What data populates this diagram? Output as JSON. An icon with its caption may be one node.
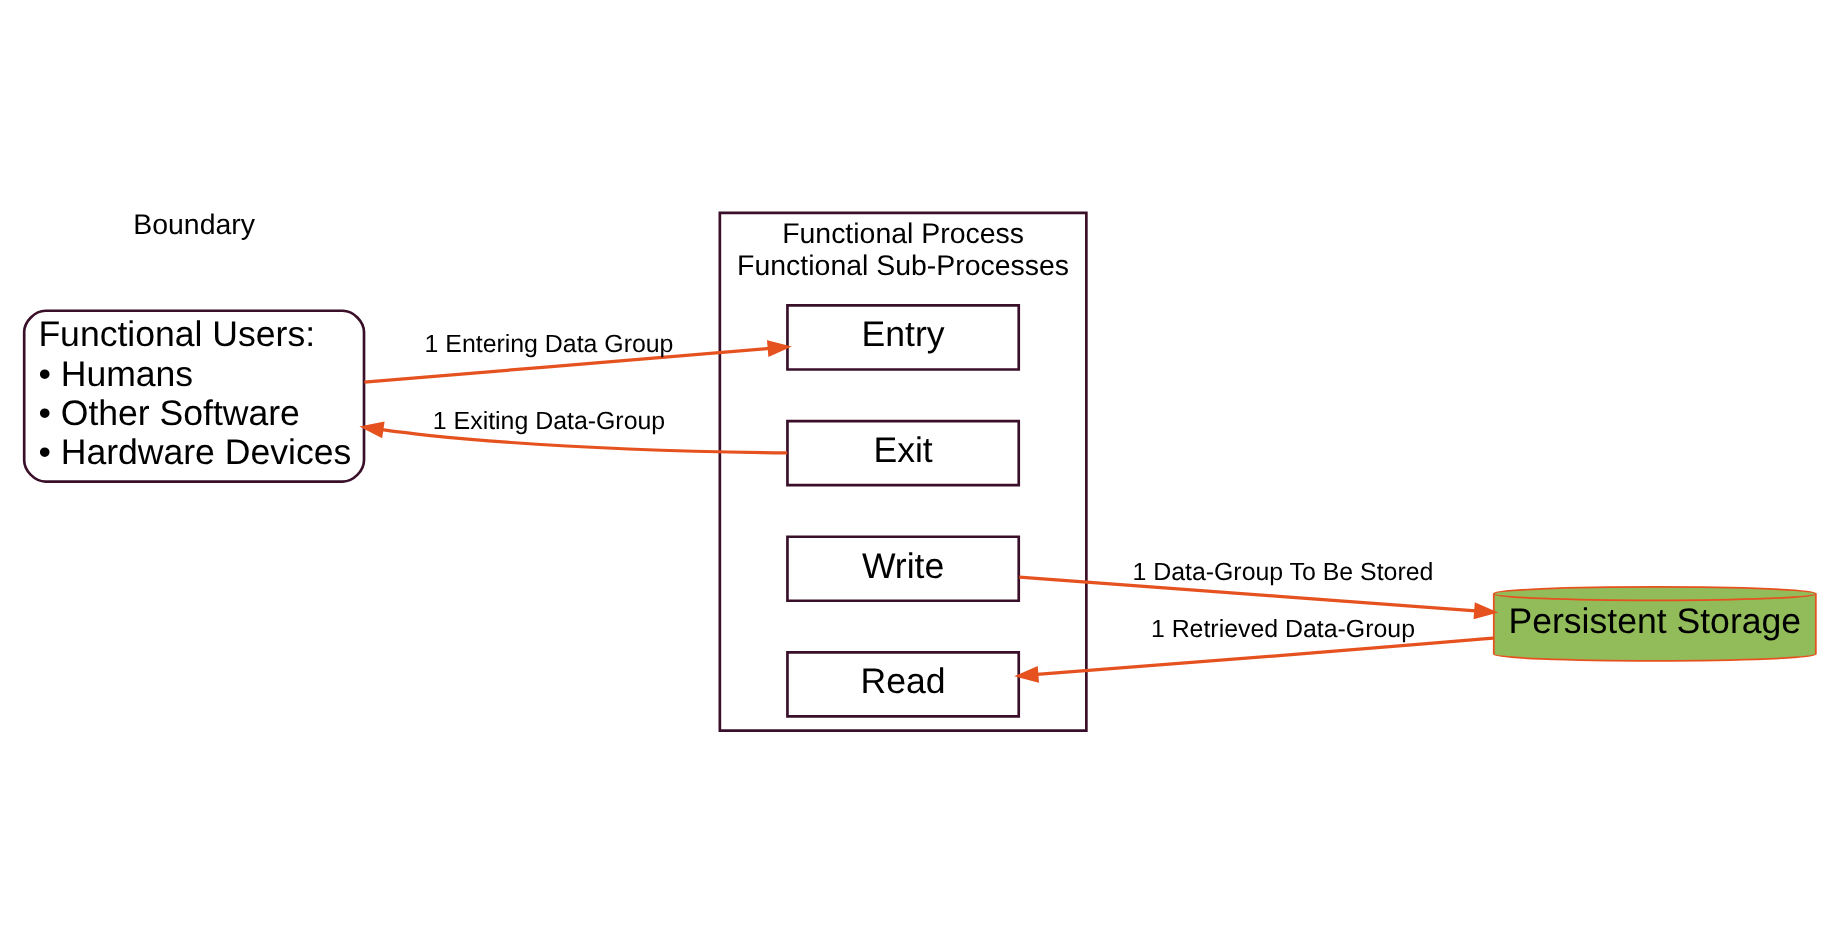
{
  "diagram": {
    "nodes": [
      {
        "text": [
          "Functional Users:",
          "• Humans",
          "• Other Software",
          "• Hardware Devices"
        ]
      },
      {
        "text": [
          "Functional Process",
          "Functional Sub-Processes"
        ]
      },
      {
        "text": [
          "Entry"
        ],
        "in": 1
      },
      {
        "text": [
          "Exit"
        ],
        "in": 1
      },
      {
        "text": [
          "Read"
        ],
        "in": 1
      },
      {
        "text": [
          "Write"
        ],
        "in": 1
      },
      {
        "text": [
          "Persistent Storage"
        ]
      }
    ],
    "edges": [
      {
        "from": 0,
        "to": 2,
        "arrow": "to",
        "label": "1 Entering Data Group"
      },
      {
        "from": 3,
        "to": 0,
        "arrow": "to",
        "label": "1 Exiting Data-Group"
      },
      {
        "from": 6,
        "to": 4,
        "arrow": "to",
        "label": "1 Retrieved Data-Group"
      },
      {
        "from": 5,
        "to": 6,
        "arrow": "to",
        "label": "1 Data-Group To Be Stored"
      }
    ],
    "labels": [
      "Boundary"
    ]
  }
}
